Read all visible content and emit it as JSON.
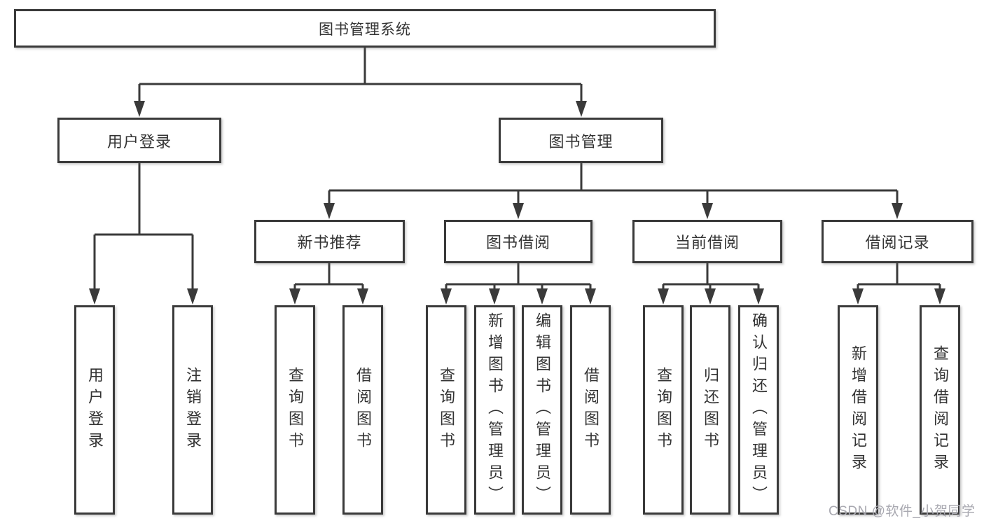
{
  "tree": {
    "root": {
      "label": "图书管理系统"
    },
    "level2": [
      {
        "label": "用户登录",
        "children": [
          {
            "label": "用户登录"
          },
          {
            "label": "注销登录"
          }
        ]
      },
      {
        "label": "图书管理",
        "children": [
          {
            "label": "新书推荐",
            "children": [
              {
                "label": "查询图书"
              },
              {
                "label": "借阅图书"
              }
            ]
          },
          {
            "label": "图书借阅",
            "children": [
              {
                "label": "查询图书"
              },
              {
                "label": "新增图书（管理员）"
              },
              {
                "label": "编辑图书（管理员）"
              },
              {
                "label": "借阅图书"
              }
            ]
          },
          {
            "label": "当前借阅",
            "children": [
              {
                "label": "查询图书"
              },
              {
                "label": "归还图书"
              },
              {
                "label": "确认归还（管理员）"
              }
            ]
          },
          {
            "label": "借阅记录",
            "children": [
              {
                "label": "新增借阅记录"
              },
              {
                "label": "查询借阅记录"
              }
            ]
          }
        ]
      }
    ]
  },
  "watermark": {
    "text": "CSDN @软件_小贺同学"
  },
  "colors": {
    "line": "#3a3a3a",
    "box_border": "#3a3a3a",
    "text": "#333333",
    "watermark": "#a8a8b0",
    "background": "#ffffff"
  }
}
